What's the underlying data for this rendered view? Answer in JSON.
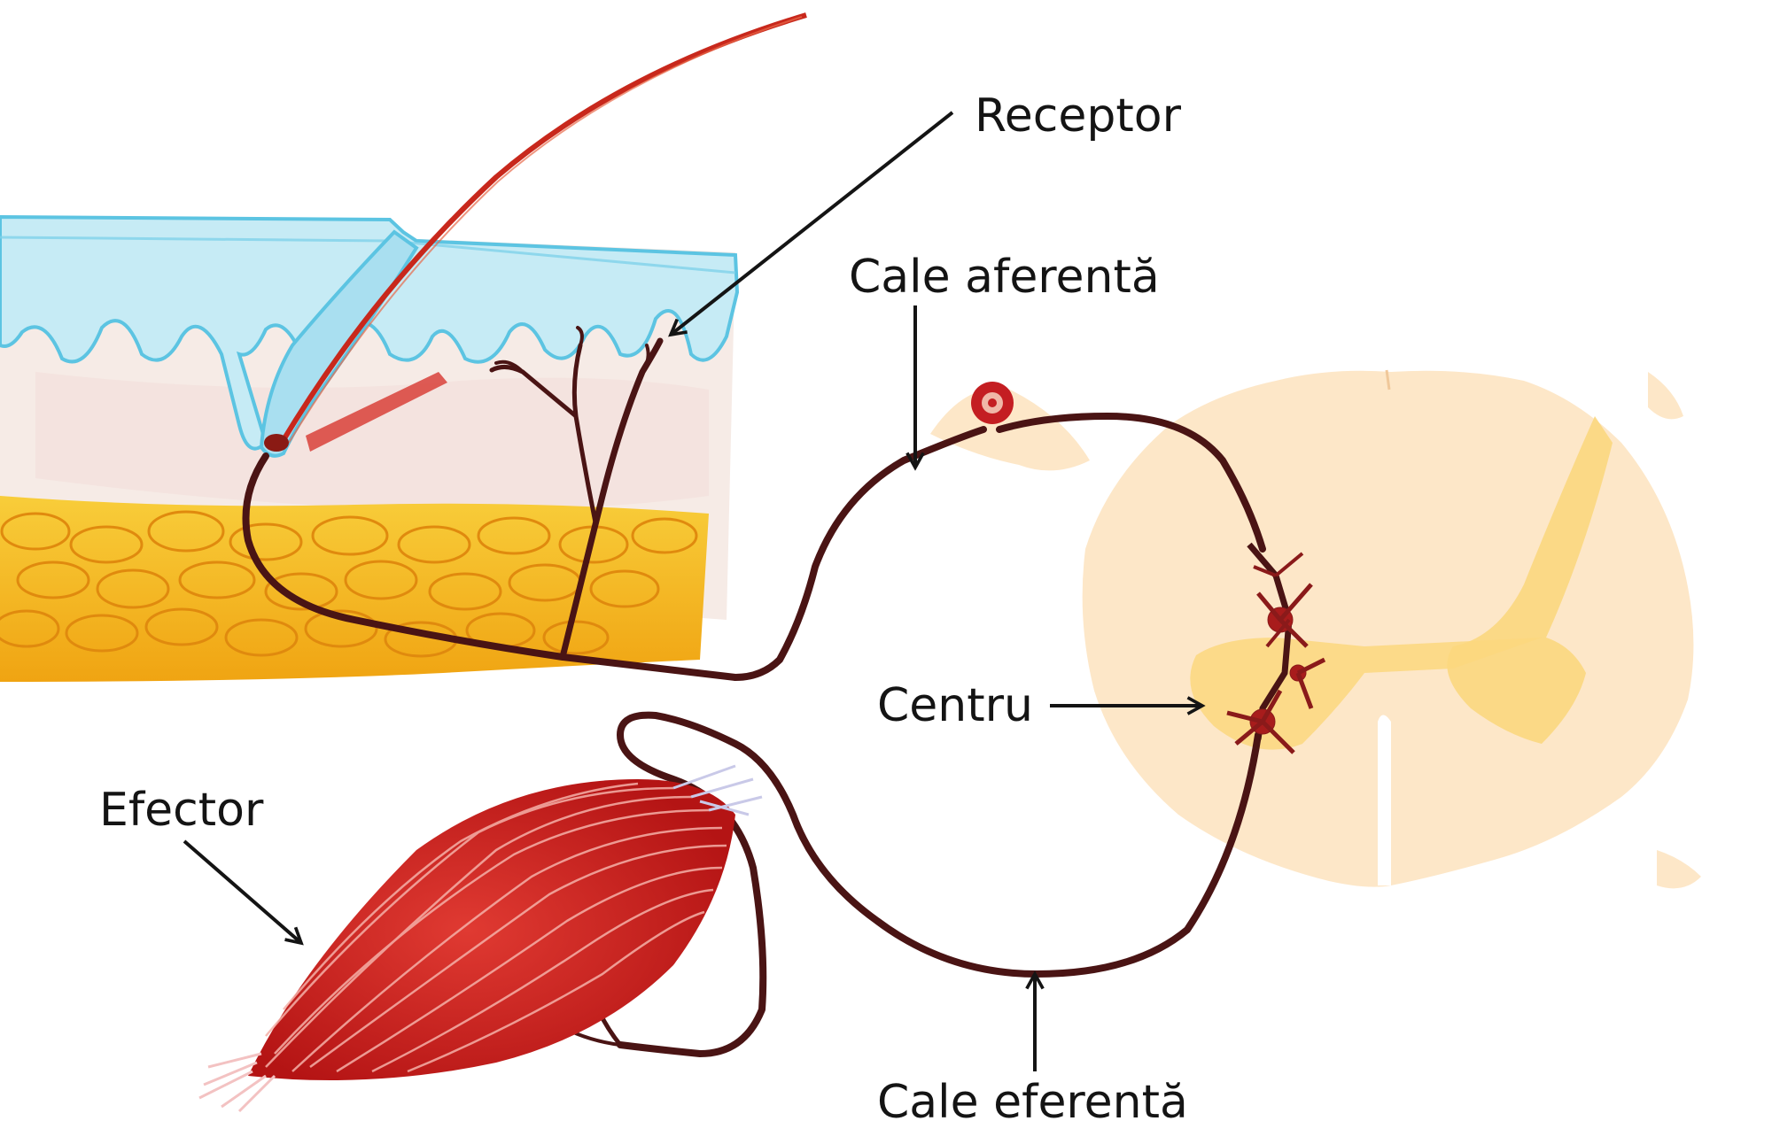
{
  "labels": {
    "receptor": "Receptor",
    "afferent": "Cale aferentă",
    "center": "Centru",
    "effector": "Efector",
    "efferent": "Cale eferentă"
  },
  "colors": {
    "nerve": "#4a1414",
    "epidermis": "#bfe6f2",
    "epidermis_edge": "#5cc4e2",
    "dermis": "#f7e9e2",
    "fat": "#f2b21c",
    "muscle": "#c81e1e",
    "spinal_cord": "#fde7c8",
    "grey_matter": "#fbd77e",
    "hair": "#c8281c"
  }
}
